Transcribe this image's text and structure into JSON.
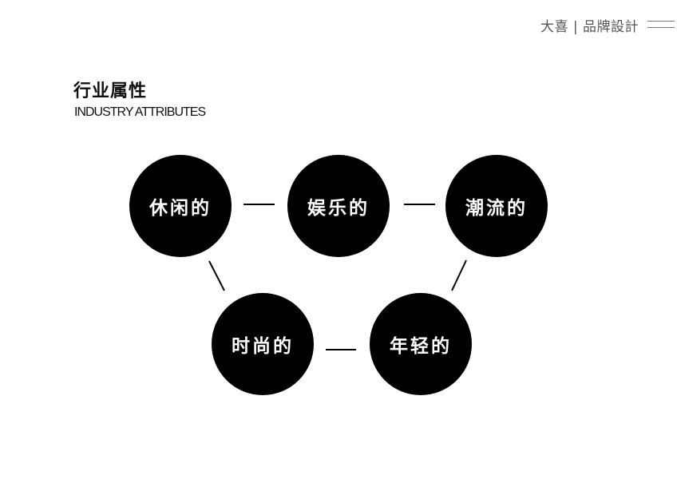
{
  "header": {
    "brand": "大喜 | 品牌設計"
  },
  "section": {
    "title": "行业属性",
    "subtitle": "INDUSTRY ATTRIBUTES"
  },
  "nodes": [
    {
      "label": "休闲的"
    },
    {
      "label": "娱乐的"
    },
    {
      "label": "潮流的"
    },
    {
      "label": "时尚的"
    },
    {
      "label": "年轻的"
    }
  ],
  "colors": {
    "node_fill": "#000000",
    "node_text": "#ffffff",
    "connector": "#000000",
    "brand_text": "#555555"
  }
}
